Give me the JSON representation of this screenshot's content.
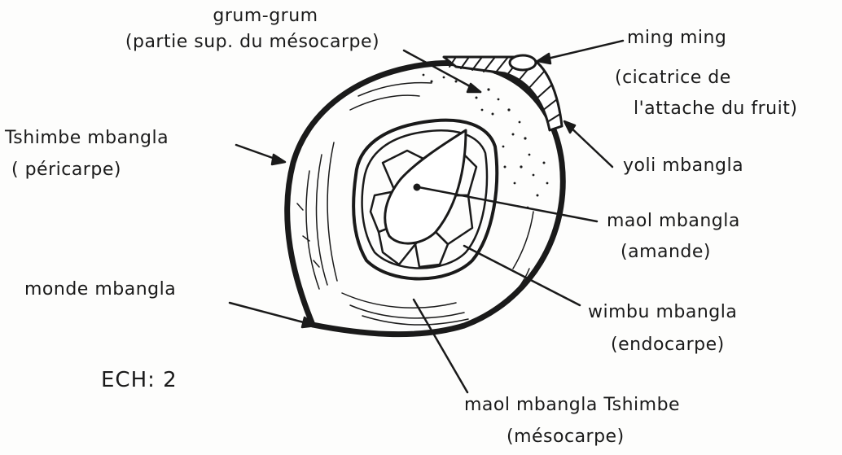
{
  "labels": {
    "grum_grum": {
      "name": "grum-grum",
      "gloss": "(partie sup. du mésocarpe)"
    },
    "ming_ming": {
      "name": "ming ming",
      "gloss_1": "(cicatrice de",
      "gloss_2": "l'attache du fruit)"
    },
    "tshimbe_mbangla": {
      "name": "Tshimbe mbangla",
      "gloss": "( péricarpe)"
    },
    "yoli_mbangla": {
      "name": "yoli mbangla"
    },
    "maol_mbangla": {
      "name": "maol mbangla",
      "gloss": "(amande)"
    },
    "monde_mbangla": {
      "name": "monde mbangla"
    },
    "wimbu_mbangla": {
      "name": "wimbu mbangla",
      "gloss": "(endocarpe)"
    },
    "maol_mbangla_tshimbe": {
      "name": "maol mbangla Tshimbe",
      "gloss": "(mésocarpe)"
    }
  },
  "scale": "ECH: 2",
  "colors": {
    "ink": "#1a1a1a",
    "paper": "#fdfdfc"
  }
}
